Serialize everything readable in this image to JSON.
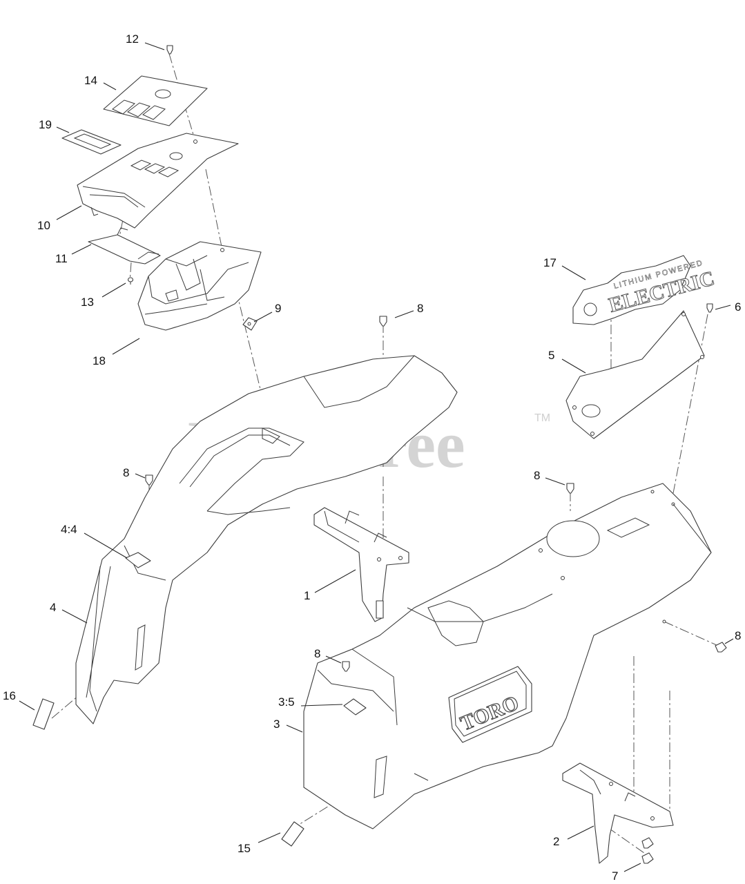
{
  "watermark": {
    "text": "PartsTree",
    "trademark": "TM"
  },
  "logo": {
    "text": "TORO"
  },
  "decal": {
    "line1": "LITHIUM POWERED",
    "line2": "ELECTRIC"
  },
  "callouts": [
    {
      "id": "c12",
      "label": "12"
    },
    {
      "id": "c14",
      "label": "14"
    },
    {
      "id": "c19",
      "label": "19"
    },
    {
      "id": "c10",
      "label": "10"
    },
    {
      "id": "c11",
      "label": "11"
    },
    {
      "id": "c13",
      "label": "13"
    },
    {
      "id": "c18",
      "label": "18"
    },
    {
      "id": "c9",
      "label": "9"
    },
    {
      "id": "c8a",
      "label": "8"
    },
    {
      "id": "c17",
      "label": "17"
    },
    {
      "id": "c6",
      "label": "6"
    },
    {
      "id": "c5",
      "label": "5"
    },
    {
      "id": "c8b",
      "label": "8"
    },
    {
      "id": "c8c",
      "label": "8"
    },
    {
      "id": "c44",
      "label": "4:4"
    },
    {
      "id": "c4",
      "label": "4"
    },
    {
      "id": "c1",
      "label": "1"
    },
    {
      "id": "c16",
      "label": "16"
    },
    {
      "id": "c8d",
      "label": "8"
    },
    {
      "id": "c35",
      "label": "3:5"
    },
    {
      "id": "c3",
      "label": "3"
    },
    {
      "id": "c8e",
      "label": "8"
    },
    {
      "id": "c15",
      "label": "15"
    },
    {
      "id": "c2",
      "label": "2"
    },
    {
      "id": "c7",
      "label": "7"
    }
  ]
}
